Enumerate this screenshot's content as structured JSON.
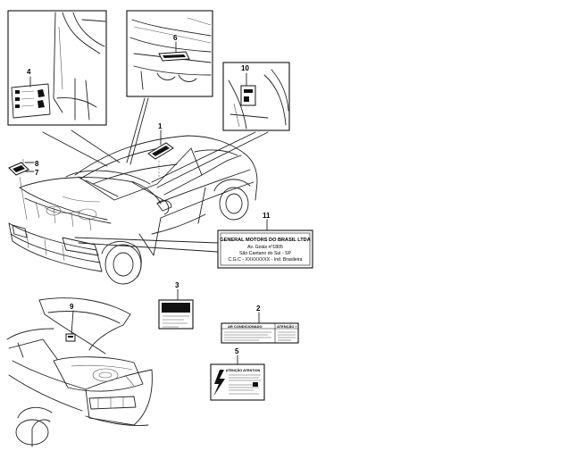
{
  "callouts": [
    "1",
    "2",
    "3",
    "4",
    "5",
    "6",
    "7",
    "8",
    "9",
    "10",
    "11"
  ],
  "plate": {
    "line1": "GENERAL MOTORS DO BRASIL LTDA",
    "line2": "Av. Goiás nº1805",
    "line3": "São Caetano do Sul - SP",
    "line4": "C.G.C - XXXXXXXX - Ind. Brasileira"
  },
  "ac_label": {
    "left": "AR CONDICIONADO",
    "right": "ATENÇÃO !"
  },
  "warning_label": {
    "title": "ATENÇÃO ATENTION"
  }
}
